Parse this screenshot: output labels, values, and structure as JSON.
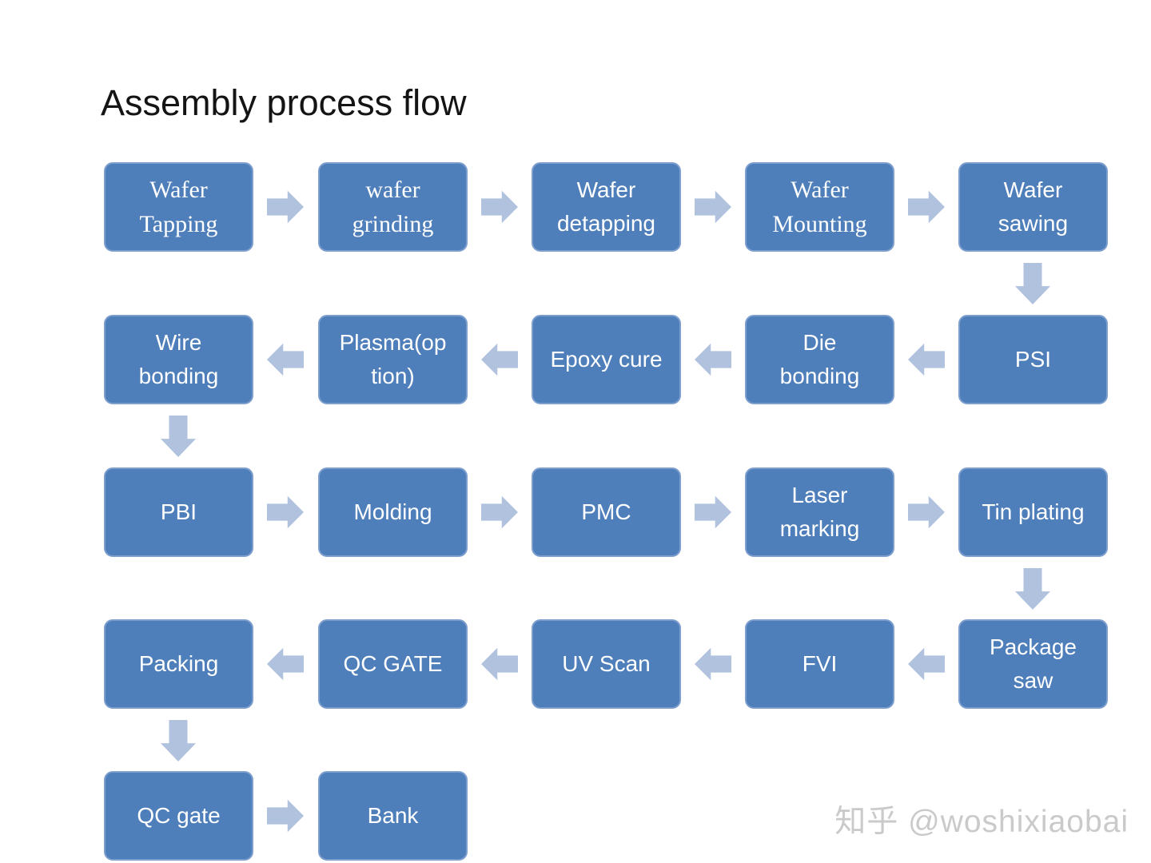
{
  "title": "Assembly process flow",
  "colors": {
    "box_fill": "#4e7fba",
    "box_border": "#7e9fce",
    "arrow_fill": "#b1c2de",
    "box_text": "#ffffff",
    "title_color": "#141414",
    "watermark_color": "#cacaca"
  },
  "flow": {
    "rows": [
      {
        "direction": "right",
        "boxes": [
          {
            "label": "Wafer\nTapping"
          },
          {
            "label": "wafer\ngrinding"
          },
          {
            "label": "Wafer\ndetapping"
          },
          {
            "label": "Wafer\nMounting"
          },
          {
            "label": "Wafer\nsawing"
          }
        ]
      },
      {
        "direction": "left",
        "boxes": [
          {
            "label": "Wire\nbonding"
          },
          {
            "label": "Plasma(op\ntion)"
          },
          {
            "label": "Epoxy cure"
          },
          {
            "label": "Die\nbonding"
          },
          {
            "label": "PSI"
          }
        ]
      },
      {
        "direction": "right",
        "boxes": [
          {
            "label": "PBI"
          },
          {
            "label": "Molding"
          },
          {
            "label": "PMC"
          },
          {
            "label": "Laser\nmarking"
          },
          {
            "label": "Tin plating"
          }
        ]
      },
      {
        "direction": "left",
        "boxes": [
          {
            "label": "Packing"
          },
          {
            "label": "QC GATE"
          },
          {
            "label": "UV Scan"
          },
          {
            "label": "FVI"
          },
          {
            "label": "Package\nsaw"
          }
        ]
      },
      {
        "direction": "right",
        "boxes": [
          {
            "label": "QC gate"
          },
          {
            "label": "Bank"
          }
        ]
      }
    ]
  },
  "watermark": {
    "text": "知乎 @woshixiaobai"
  }
}
